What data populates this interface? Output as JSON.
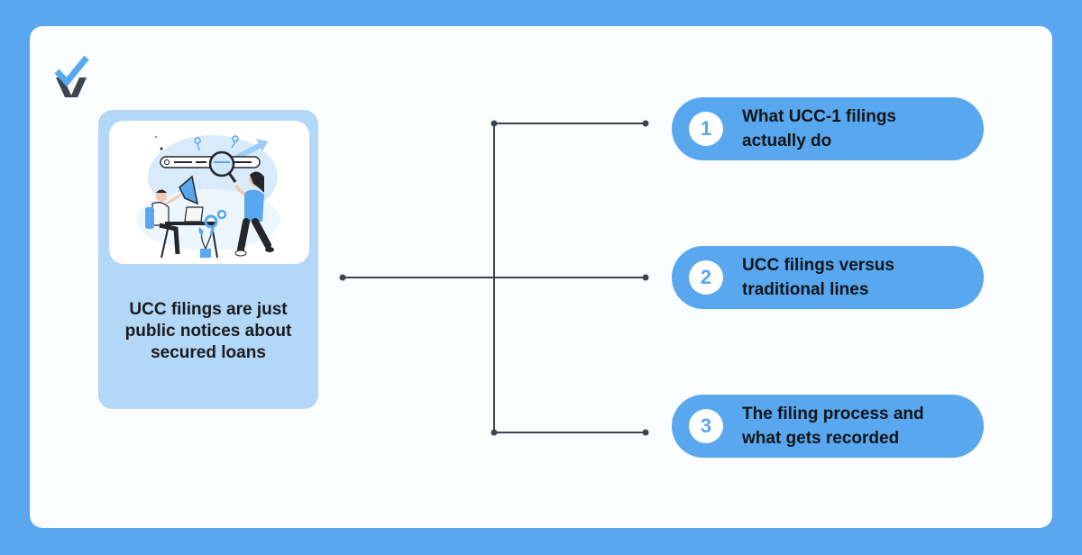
{
  "colors": {
    "page_background": "#58a7ef",
    "card_background": "#fafcfe",
    "panel_background": "#b3d7f7",
    "accent": "#58a7ef",
    "connector": "#3d4450"
  },
  "logo": {
    "icon": "checkmark-x-logo-icon"
  },
  "left_panel": {
    "illustration": "megaphone-search-illustration",
    "text": "UCC filings are just public notices about secured loans"
  },
  "steps": [
    {
      "number": "1",
      "label": "What UCC-1 filings\nactually do"
    },
    {
      "number": "2",
      "label": "UCC filings versus\ntraditional lines"
    },
    {
      "number": "3",
      "label": "The filing process and\nwhat gets recorded"
    }
  ]
}
